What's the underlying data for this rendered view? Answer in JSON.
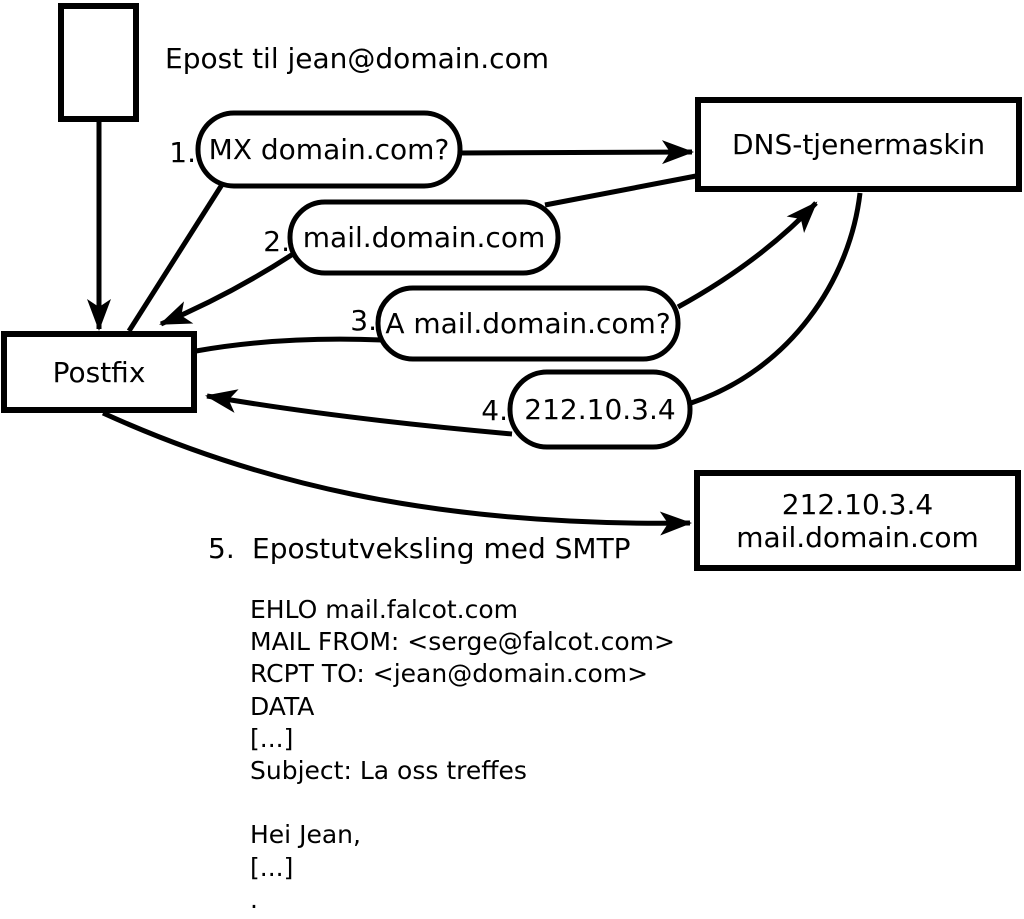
{
  "title": "Epost til jean@domain.com",
  "nodes": {
    "postfix": "Postfix",
    "dns": "DNS-tjenermaskin",
    "mail_server_line1": "212.10.3.4",
    "mail_server_line2": "mail.domain.com"
  },
  "steps": [
    {
      "num": "1.",
      "label": "MX domain.com?"
    },
    {
      "num": "2.",
      "label": "mail.domain.com"
    },
    {
      "num": "3.",
      "label": "A mail.domain.com?"
    },
    {
      "num": "4.",
      "label": "212.10.3.4"
    },
    {
      "num": "5.",
      "label": "Epostutveksling med SMTP"
    }
  ],
  "smtp_session": "EHLO mail.falcot.com\nMAIL FROM: <serge@falcot.com>\nRCPT TO: <jean@domain.com>\nDATA\n[...]\nSubject: La oss treffes\n\nHei Jean,\n[...]\n.",
  "colors": {
    "line": "#000000",
    "background": "#ffffff"
  }
}
